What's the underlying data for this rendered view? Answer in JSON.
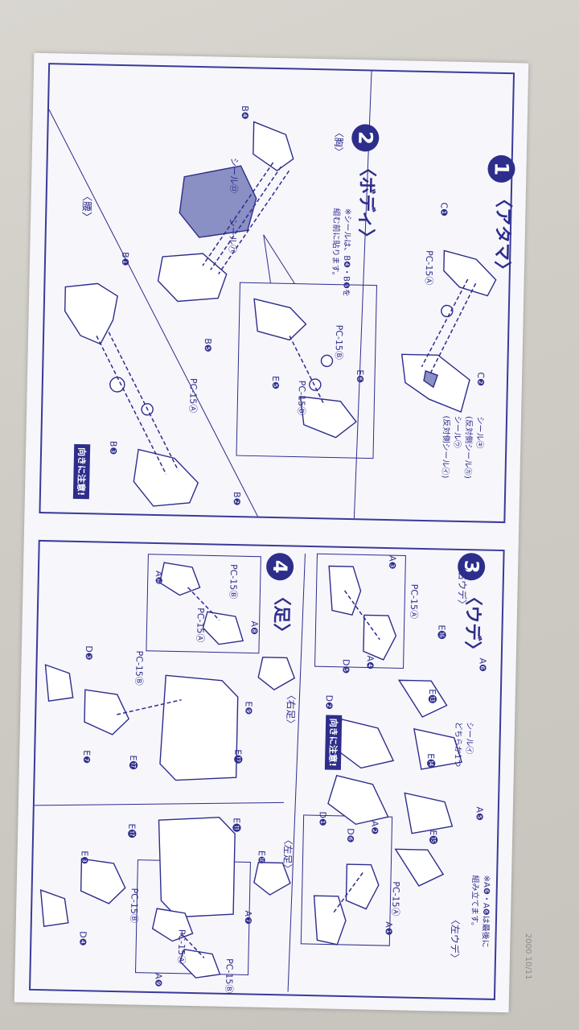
{
  "step1": {
    "number": "1",
    "title": "〈アタマ〉",
    "labels": {
      "c1": "C❶",
      "pc15a": "PC-15Ⓐ",
      "c2": "C❷"
    },
    "seal_note": [
      "シール㋖",
      "(反対側シール㋕)",
      "シール㋒",
      "(反対側シール㋑)"
    ]
  },
  "step2": {
    "number": "2",
    "title": "〈ボディ〉",
    "subtitle": "〈胸〉",
    "note": [
      "※シールは、B❹・B❺を",
      "組む前に貼ります。"
    ],
    "labels": {
      "b4": "B❹",
      "seal_ro": "シール㋺",
      "seal_ha": "シール㋩",
      "b5": "B❺",
      "pc15b_1": "PC-15Ⓑ",
      "e6": "E❻",
      "e5": "E❺",
      "pc15b_2": "PC-15Ⓑ"
    },
    "waist_label": "〈腰〉",
    "waist_parts": {
      "b1": "B❶",
      "pc15a": "PC-15Ⓐ",
      "b3": "B❸",
      "b2": "B❷"
    },
    "warning": "向きに注意!"
  },
  "step3": {
    "number": "3",
    "title": "〈ウデ〉",
    "right": "〈右ウデ〉",
    "left": "〈左ウデ〉",
    "note": [
      "※A❻・A❻は最後に",
      "組み立てます。"
    ],
    "seal_note": [
      "シール㋑",
      "どちらか1つ"
    ],
    "labels": {
      "a3": "A❸",
      "pc15a_1": "PC-15Ⓐ",
      "e16": "E⓰",
      "a6": "A❻",
      "a4": "A❹",
      "d5": "D❺",
      "d2": "D❷",
      "e13": "E⓭",
      "e14": "E⓮",
      "a5": "A❺",
      "d1": "D❶",
      "e15": "E⓯",
      "a2": "A❷",
      "d6": "D❻",
      "pc15a_2": "PC-15Ⓐ",
      "a1": "A❶"
    },
    "warning": "向きに注意!"
  },
  "step4": {
    "number": "4",
    "title": "〈足〉",
    "right": "〈右足〉",
    "left": "〈左足〉",
    "labels": {
      "pc15b_1": "PC-15Ⓑ",
      "a8": "A❽",
      "a10": "A❿",
      "pc15a_1": "PC-15Ⓐ",
      "d3": "D❸",
      "pc15b_2": "PC-15Ⓑ",
      "e9": "E❾",
      "e7": "E❼",
      "e17": "E⓱",
      "e12": "E⓬",
      "e11": "E⓫",
      "e17b": "E⓱",
      "e10": "E❿",
      "e8": "E❽",
      "pc15b_3": "PC-15Ⓑ",
      "d4": "D❹",
      "a7": "A❼",
      "pc15a_2": "PC-15Ⓐ",
      "pc15b_4": "PC-15Ⓑ",
      "a9": "A❾"
    }
  },
  "print_code": "2000 10/11"
}
